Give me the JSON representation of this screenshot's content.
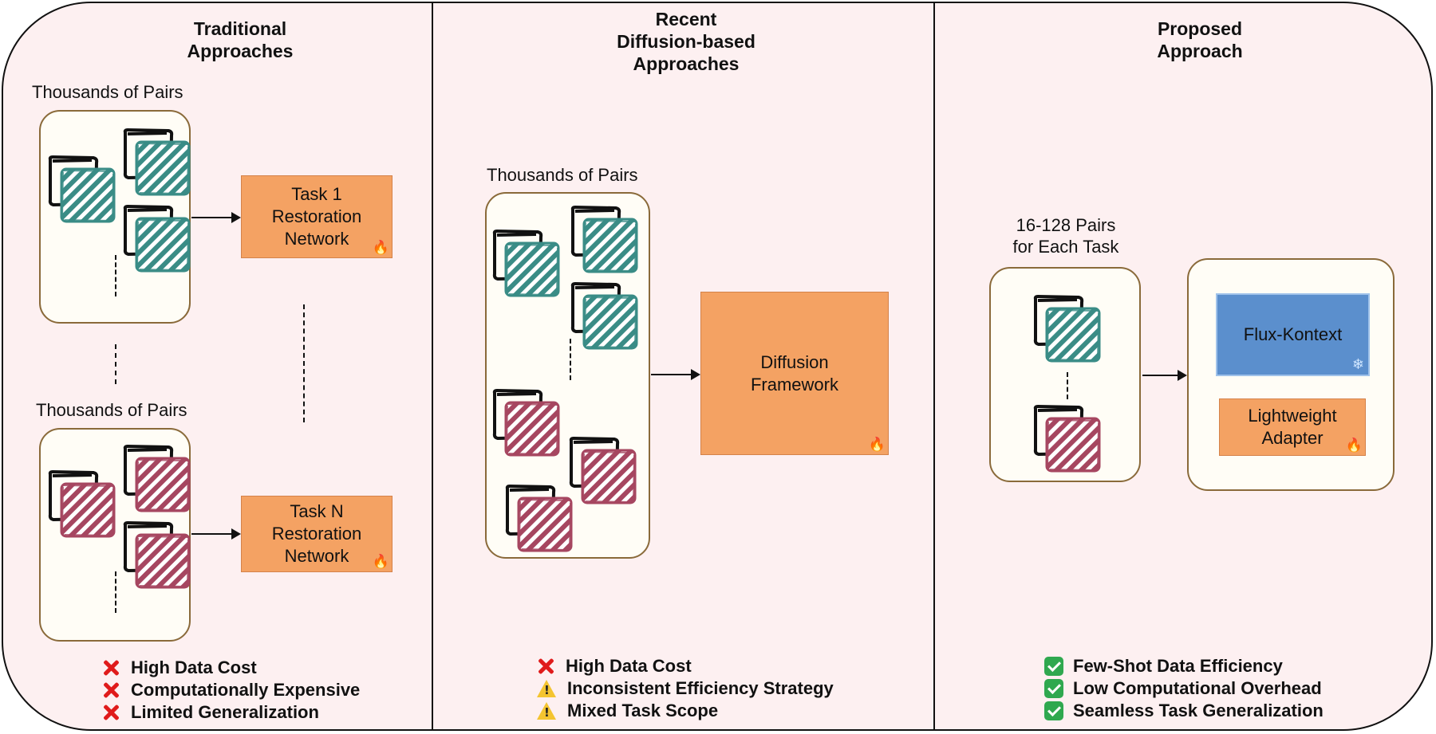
{
  "colors": {
    "frame_background": "#fdf0f1",
    "teal_image": "#3a8c86",
    "crimson_image": "#a64660",
    "orange_box": "#f4a263",
    "blue_box": "#5b8fcd",
    "cross": "#e01b1b",
    "warning": "#f4c430",
    "check": "#2fa84f"
  },
  "panels": {
    "traditional": {
      "title": "Traditional\nApproaches",
      "top_group": {
        "label": "Thousands of Pairs",
        "network_label": "Task 1\nRestoration\nNetwork",
        "network_icon": "flame-icon",
        "image_color": "teal"
      },
      "bottom_group": {
        "label": "Thousands of Pairs",
        "network_label": "Task N\nRestoration\nNetwork",
        "network_icon": "flame-icon",
        "image_color": "crimson"
      },
      "bullets": [
        {
          "icon": "cross-icon",
          "text": "High Data Cost"
        },
        {
          "icon": "cross-icon",
          "text": "Computationally Expensive"
        },
        {
          "icon": "cross-icon",
          "text": "Limited Generalization"
        }
      ]
    },
    "diffusion": {
      "title": "Recent\nDiffusion-based\nApproaches",
      "group_label": "Thousands of Pairs",
      "framework_label": "Diffusion\nFramework",
      "framework_icon": "flame-icon",
      "bullets": [
        {
          "icon": "cross-icon",
          "text": "High Data Cost"
        },
        {
          "icon": "warning-icon",
          "text": "Inconsistent Efficiency Strategy"
        },
        {
          "icon": "warning-icon",
          "text": "Mixed Task Scope"
        }
      ]
    },
    "proposed": {
      "title": "Proposed\nApproach",
      "group_label": "16-128 Pairs\nfor Each Task",
      "model_label": "Flux-Kontext",
      "model_icon": "snowflake-icon",
      "adapter_label": "Lightweight\nAdapter",
      "adapter_icon": "flame-icon",
      "bullets": [
        {
          "icon": "check-icon",
          "text": "Few-Shot Data Efficiency"
        },
        {
          "icon": "check-icon",
          "text": "Low Computational Overhead"
        },
        {
          "icon": "check-icon",
          "text": "Seamless Task Generalization"
        }
      ]
    }
  }
}
